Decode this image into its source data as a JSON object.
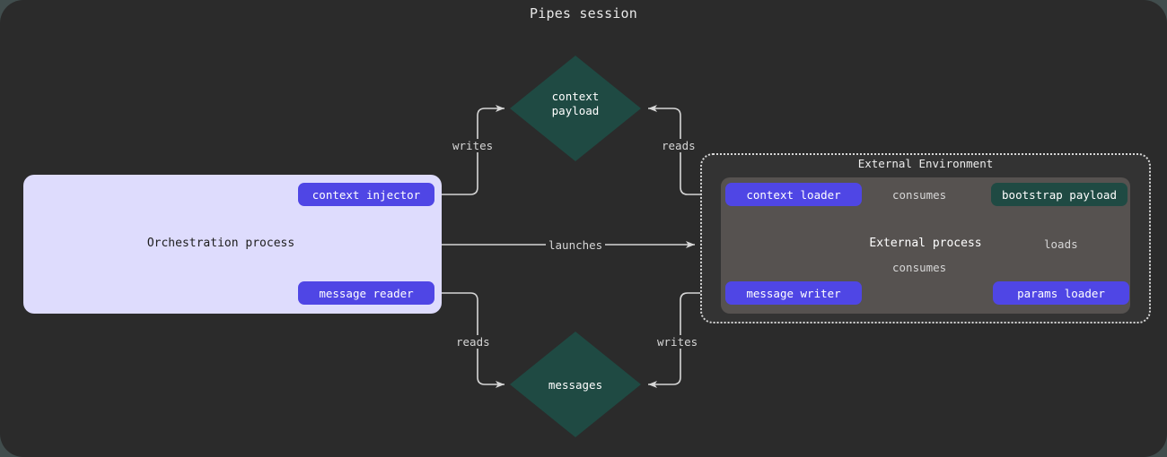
{
  "title": "Pipes session",
  "colors": {
    "page_background": "#414d4d",
    "canvas_background": "#2b2b2b",
    "orchestration_fill": "#dedcfd",
    "pill_fill": "#4f46e5",
    "payload_fill": "#1f4a43",
    "external_process_fill": "#565250",
    "external_env_fill": "#333333",
    "edge_stroke": "#d6d6d6"
  },
  "orchestration": {
    "title": "Orchestration process",
    "nodes": [
      {
        "id": "context-injector",
        "label": "context injector",
        "shape": "pill"
      },
      {
        "id": "message-reader",
        "label": "message reader",
        "shape": "pill"
      }
    ]
  },
  "external_environment": {
    "title": "External Environment",
    "border_style": "dotted",
    "process": {
      "title": "External process",
      "nodes": [
        {
          "id": "context-loader",
          "label": "context loader",
          "shape": "pill"
        },
        {
          "id": "bootstrap-payload",
          "label": "bootstrap payload",
          "shape": "payload"
        },
        {
          "id": "message-writer",
          "label": "message writer",
          "shape": "pill"
        },
        {
          "id": "params-loader",
          "label": "params loader",
          "shape": "pill"
        }
      ]
    }
  },
  "payloads": [
    {
      "id": "context-payload",
      "label": "context\npayload",
      "shape": "diamond"
    },
    {
      "id": "messages",
      "label": "messages",
      "shape": "diamond"
    }
  ],
  "edges": [
    {
      "id": "context-injector-writes-context-payload",
      "from": "context injector",
      "to": "context payload",
      "label": "writes"
    },
    {
      "id": "context-loader-reads-context-payload",
      "from": "context loader",
      "to": "context payload",
      "label": "reads"
    },
    {
      "id": "orchestration-launches-external-environment",
      "from": "Orchestration process",
      "to": "External Environment",
      "label": "launches"
    },
    {
      "id": "message-reader-reads-messages",
      "from": "message reader",
      "to": "messages",
      "label": "reads"
    },
    {
      "id": "message-writer-writes-messages",
      "from": "message writer",
      "to": "messages",
      "label": "writes"
    },
    {
      "id": "context-loader-consumes-bootstrap-payload",
      "from": "context loader",
      "to": "bootstrap payload",
      "label": "consumes"
    },
    {
      "id": "message-writer-consumes-bootstrap-payload",
      "from": "message writer",
      "to": "bootstrap payload",
      "label": "consumes"
    },
    {
      "id": "params-loader-loads-bootstrap-payload",
      "from": "params loader",
      "to": "bootstrap payload",
      "label": "loads"
    }
  ]
}
